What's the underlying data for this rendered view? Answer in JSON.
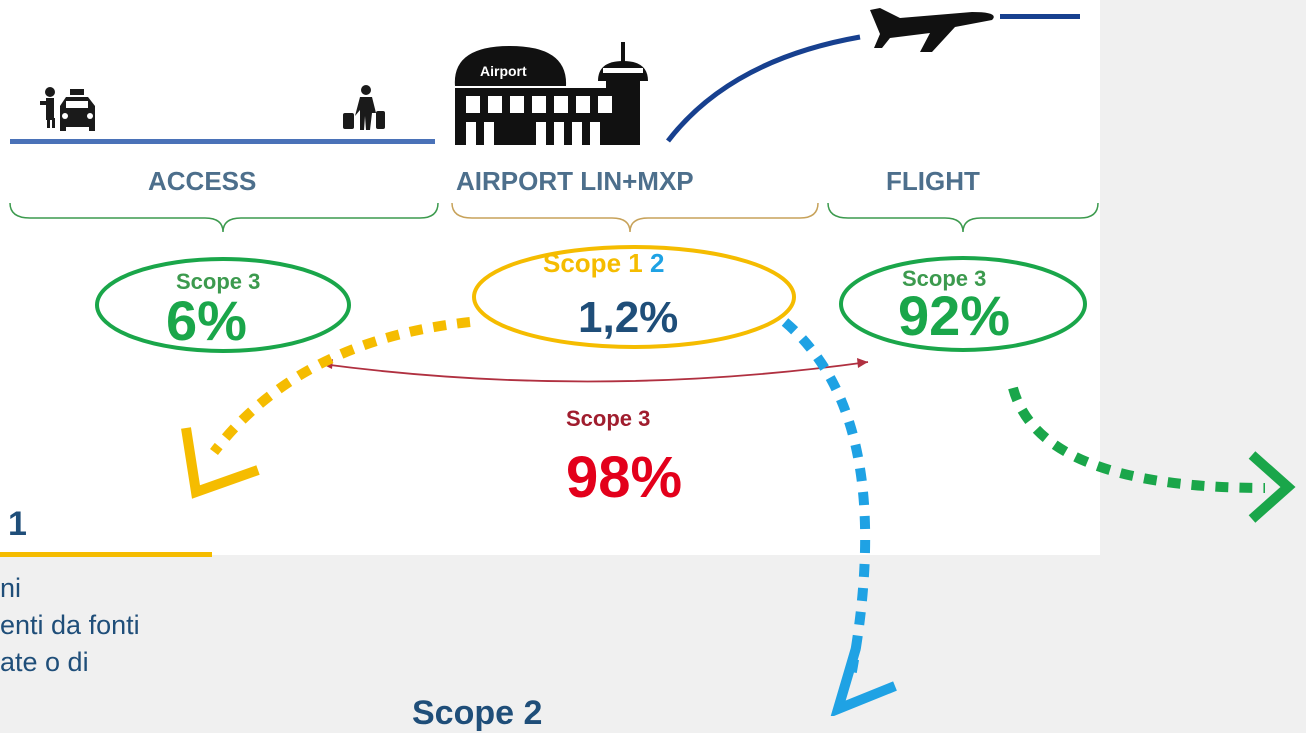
{
  "segments": {
    "access": "ACCESS",
    "airport": "AIRPORT LIN+MXP",
    "flight": "FLIGHT"
  },
  "airport_sign": "Airport",
  "access_scope": {
    "label": "Scope 3",
    "value": "6%"
  },
  "airport_scope": {
    "label_a": "Scope 1",
    "label_b": "2",
    "value": "1,2%"
  },
  "flight_scope": {
    "label": "Scope 3",
    "value": "92%"
  },
  "total_scope": {
    "label": "Scope 3",
    "value": "98%"
  },
  "scope1_box": {
    "title_partial": "1",
    "lines": [
      "ni",
      "enti da fonti",
      "ate o di"
    ]
  },
  "scope2_partial": "Scope 2",
  "colors": {
    "green": "#1aa64a",
    "yellow": "#f5bc00",
    "blue_dots": "#1fa2e4",
    "navy": "#1f4e79",
    "red": "#e3001b",
    "dark_red": "#a01d2e",
    "line_blue": "#3e62a6"
  }
}
